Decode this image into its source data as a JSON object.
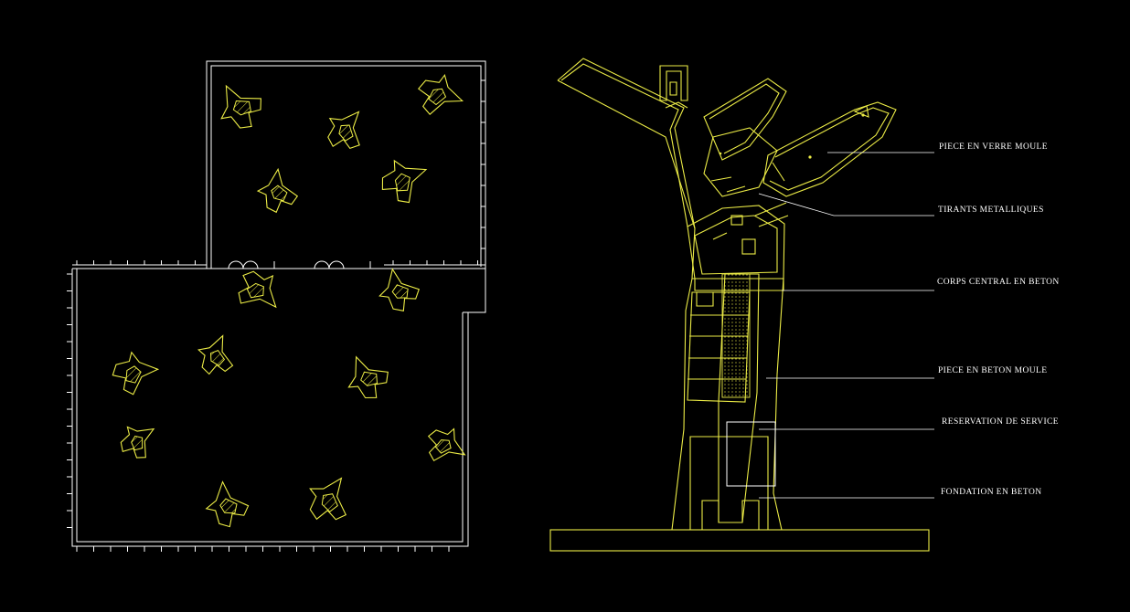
{
  "colors": {
    "background": "#000000",
    "linework": "#ffffff",
    "structure": "#ecec46"
  },
  "section_labels": [
    "PIECE EN VERRE MOULE",
    "TIRANTS METALLIQUES",
    "CORPS CENTRAL EN BETON",
    "PIECE EN BETON MOULE",
    "RESERVATION DE SERVICE",
    "FONDATION EN BETON"
  ]
}
